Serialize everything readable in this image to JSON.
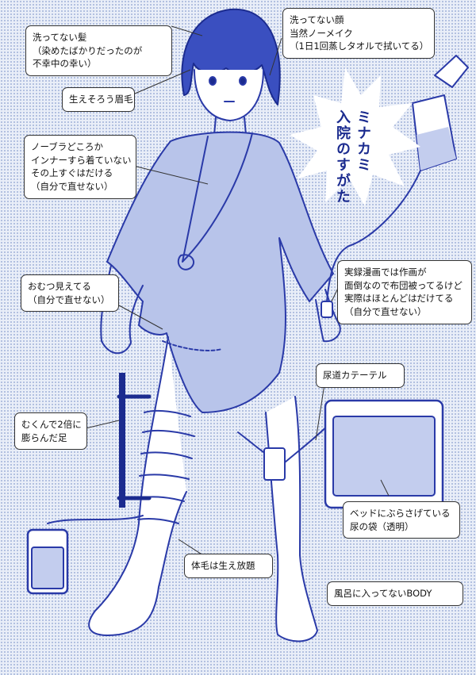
{
  "title": {
    "line1": "ミナカミ",
    "line2": "入院のすがた"
  },
  "annotations": {
    "hair": [
      "洗ってない髪",
      "（染めたばかりだったのが",
      "不幸中の幸い）"
    ],
    "eyebrows": [
      "生えそろう眉毛"
    ],
    "face": [
      "洗ってない顔",
      "当然ノーメイク",
      "（1日1回蒸しタオルで拭いてる）"
    ],
    "bra": [
      "ノーブラどころか",
      "インナーすら着ていない",
      "その上すぐはだける",
      "（自分で直せない）"
    ],
    "diaper": [
      "おむつ見えてる",
      "（自分で直せない）"
    ],
    "manga": [
      "実録漫画では作画が",
      "面倒なので布団被ってるけど",
      "実際はほとんどはだけてる",
      "（自分で直せない）"
    ],
    "catheter": [
      "尿道カテーテル"
    ],
    "swollen_leg": [
      "むくんで2倍に",
      "膨らんだ足"
    ],
    "urine_bag": [
      "ベッドにぶらさげている",
      "尿の袋（透明）"
    ],
    "body_hair": [
      "体毛は生え放題"
    ],
    "no_bath": [
      "風呂に入ってないBODY"
    ]
  },
  "colors": {
    "ink": "#1b2b8f",
    "line": "#2a3aa8",
    "screentone": "#9fb0d8"
  }
}
